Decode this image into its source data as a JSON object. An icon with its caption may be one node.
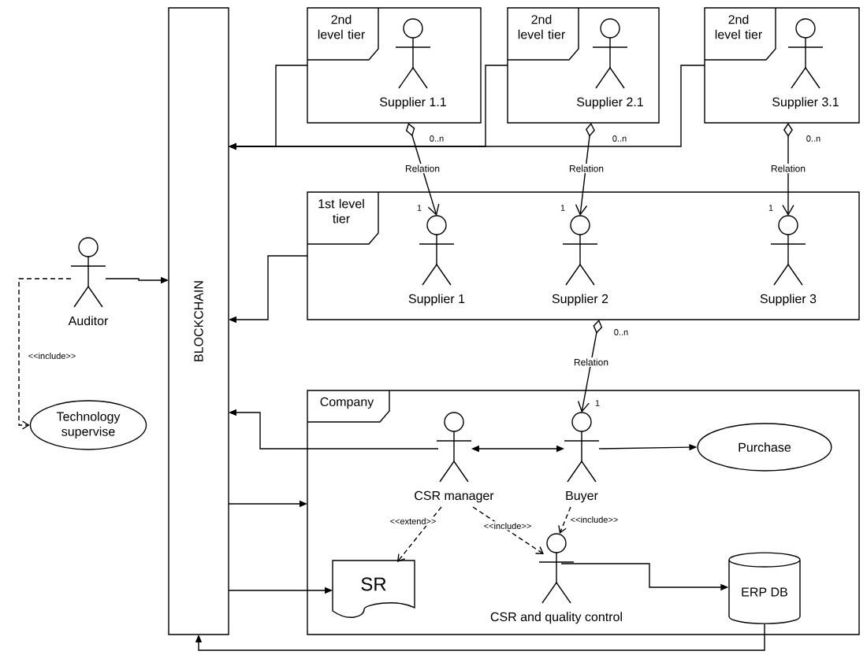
{
  "diagram": {
    "nodes": [
      {
        "text": [
          "BLOCKCHAIN"
        ]
      },
      {
        "text": [
          "2nd level tier"
        ]
      },
      {
        "text": [
          "Supplier 1.1"
        ],
        "in": 1
      },
      {
        "text": [
          "2nd level tier"
        ]
      },
      {
        "text": [
          "Supplier 2.1"
        ],
        "in": 3
      },
      {
        "text": [
          "2nd level tier"
        ]
      },
      {
        "text": [
          "Supplier 3.1"
        ],
        "in": 5
      },
      {
        "text": [
          "1st level tier"
        ]
      },
      {
        "text": [
          "Supplier 1"
        ],
        "in": 7
      },
      {
        "text": [
          "Supplier 2"
        ],
        "in": 7
      },
      {
        "text": [
          "Supplier 3"
        ],
        "in": 7
      },
      {
        "text": [
          "Auditor"
        ]
      },
      {
        "text": [
          "Technology supervise"
        ]
      },
      {
        "text": [
          "Company"
        ]
      },
      {
        "text": [
          "CSR manager"
        ],
        "in": 13
      },
      {
        "text": [
          "Buyer"
        ],
        "in": 13
      },
      {
        "text": [
          "Purchase"
        ],
        "in": 13
      },
      {
        "text": [
          "SR"
        ],
        "in": 13
      },
      {
        "text": [
          "CSR and quality control"
        ],
        "in": 13
      },
      {
        "text": [
          "ERP DB"
        ],
        "in": 13
      }
    ],
    "edges": [
      {
        "from": 1,
        "to": 8,
        "arrow": "to",
        "label": "Relation"
      },
      {
        "from": 3,
        "to": 9,
        "arrow": "to",
        "label": "Relation"
      },
      {
        "from": 5,
        "to": 10,
        "arrow": "to",
        "label": "Relation"
      },
      {
        "from": 7,
        "to": 15,
        "arrow": "to",
        "label": "Relation"
      },
      {
        "from": 1,
        "to": 0,
        "arrow": "to"
      },
      {
        "from": 3,
        "to": 0,
        "arrow": "to"
      },
      {
        "from": 5,
        "to": 0,
        "arrow": "to"
      },
      {
        "from": 7,
        "to": 0,
        "arrow": "to"
      },
      {
        "from": 11,
        "to": 0,
        "arrow": "to"
      },
      {
        "from": 11,
        "to": 12,
        "arrow": "to",
        "label": "<<include>>",
        "style": "dashed"
      },
      {
        "from": 14,
        "to": 0,
        "arrow": "to"
      },
      {
        "from": 14,
        "to": 15,
        "arrow": "both"
      },
      {
        "from": 15,
        "to": 16,
        "arrow": "to"
      },
      {
        "from": 0,
        "to": 13,
        "arrow": "to"
      },
      {
        "from": 0,
        "to": 17,
        "arrow": "to"
      },
      {
        "from": 14,
        "to": 17,
        "arrow": "to",
        "label": "<<extend>>",
        "style": "dashed"
      },
      {
        "from": 14,
        "to": 18,
        "arrow": "to",
        "label": "<<include>>",
        "style": "dashed"
      },
      {
        "from": 15,
        "to": 18,
        "arrow": "to",
        "label": "<<include>>",
        "style": "dashed"
      },
      {
        "from": 18,
        "to": 19,
        "arrow": "to"
      },
      {
        "from": 19,
        "to": 0,
        "arrow": "to"
      }
    ],
    "labels": [
      "0..n",
      "0..n",
      "0..n",
      "1",
      "1",
      "1",
      "0..n",
      "1"
    ]
  }
}
